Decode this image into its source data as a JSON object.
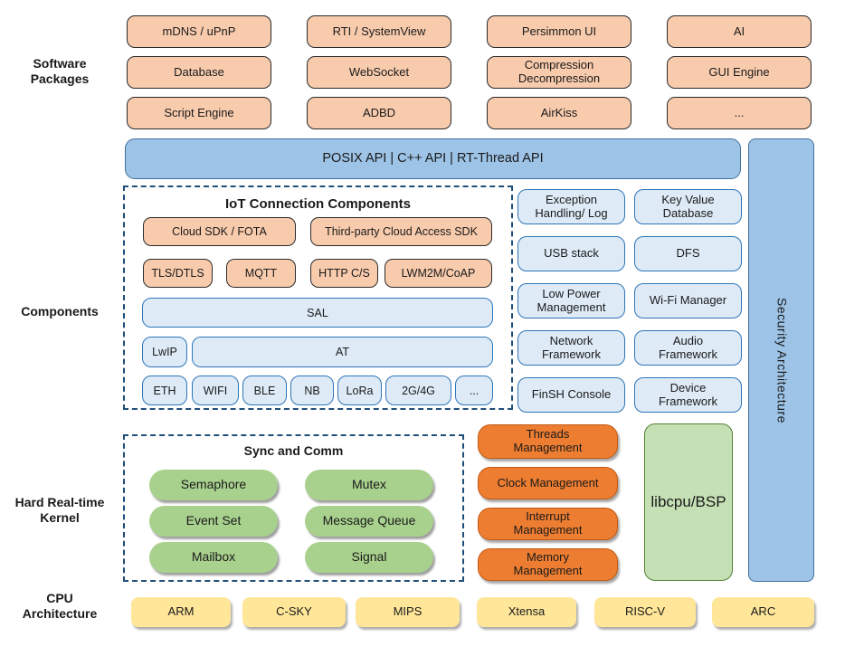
{
  "labels": {
    "software_packages": "Software\nPackages",
    "components": "Components",
    "kernel": "Hard Real-time\nKernel",
    "cpu": "CPU\nArchitecture"
  },
  "software_packages": {
    "items": [
      "mDNS / uPnP",
      "RTI / SystemView",
      "Persimmon UI",
      "AI",
      "Database",
      "WebSocket",
      "Compression\nDecompression",
      "GUI Engine",
      "Script Engine",
      "ADBD",
      "AirKiss",
      "..."
    ]
  },
  "api_bar": {
    "label": "POSIX API | C++ API | RT-Thread API"
  },
  "security_bar": {
    "label": "Security Architecture"
  },
  "components": {
    "iot": {
      "title": "IoT Connection Components",
      "cloud_sdk": "Cloud SDK / FOTA",
      "third_party": "Third-party Cloud Access SDK",
      "protocols": [
        "TLS/DTLS",
        "MQTT",
        "HTTP C/S",
        "LWM2M/CoAP"
      ],
      "sal": "SAL",
      "lwip": "LwIP",
      "at": "AT",
      "links": [
        "ETH",
        "WIFI",
        "BLE",
        "NB",
        "LoRa",
        "2G/4G",
        "..."
      ]
    },
    "services": [
      "Exception\nHandling/ Log",
      "Key Value\nDatabase",
      "USB stack",
      "DFS",
      "Low Power\nManagement",
      "Wi-Fi Manager",
      "Network\nFramework",
      "Audio\nFramework",
      "FinSH Console",
      "Device\nFramework"
    ]
  },
  "kernel": {
    "sync": {
      "title": "Sync and Comm",
      "items": [
        "Semaphore",
        "Mutex",
        "Event Set",
        "Message Queue",
        "Mailbox",
        "Signal"
      ]
    },
    "management": [
      "Threads\nManagement",
      "Clock Management",
      "Interrupt\nManagement",
      "Memory\nManagement"
    ],
    "libcpu": "libcpu/BSP"
  },
  "cpu": {
    "items": [
      "ARM",
      "C-SKY",
      "MIPS",
      "Xtensa",
      "RISC-V",
      "ARC"
    ]
  },
  "colors": {
    "package_fill": "#F8CBAD",
    "api_bar_fill": "#9DC3E6",
    "api_bar_border": "#41719C",
    "component_fill": "#DEEBF7",
    "component_border": "#2E75B6",
    "sync_green": "#A9D18E",
    "management_orange": "#ED7D31",
    "libcpu_green": "#C5E0B4",
    "libcpu_border": "#538135",
    "cpu_yellow": "#FFE699",
    "dashed_border": "#1F4E79"
  }
}
